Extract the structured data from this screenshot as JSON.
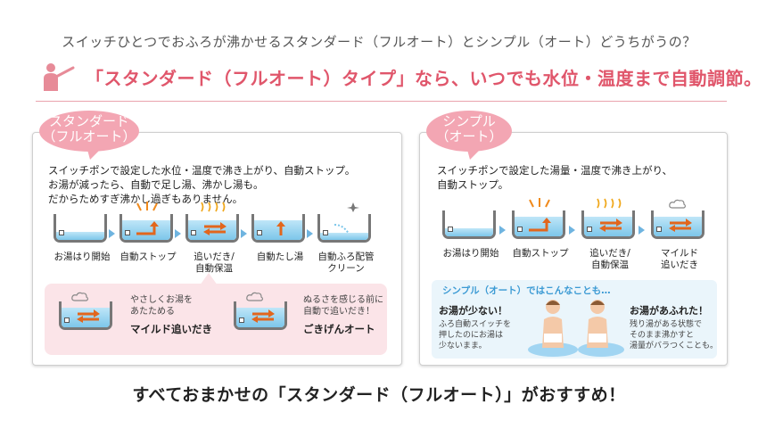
{
  "header": {
    "question": "スイッチひとつでおふろが沸かせるスタンダード（フルオート）とシンプル（オート）どうちがうの？",
    "headline": "「スタンダード（フルオート）タイプ」なら、いつでも水位・温度まで自動調節。"
  },
  "standard": {
    "bubble_line1": "スタンダード",
    "bubble_line2": "（フルオート）",
    "desc_line1": "スイッチポンで設定した水位・温度で沸き上がり、自動ストップ。",
    "desc_line2": "お湯が減ったら、自動で足し湯、沸かし湯も。",
    "desc_line3": "だからためすぎ沸かし過ぎもありません。",
    "steps": [
      {
        "line1": "お湯はり開始",
        "line2": ""
      },
      {
        "line1": "自動ストップ",
        "line2": ""
      },
      {
        "line1": "追いだき/",
        "line2": "自動保温"
      },
      {
        "line1": "自動たし湯",
        "line2": ""
      },
      {
        "line1": "自動ふろ配管",
        "line2": "クリーン"
      }
    ],
    "features": [
      {
        "desc_line1": "やさしくお湯を",
        "desc_line2": "あたためる",
        "title": "マイルド追いだき"
      },
      {
        "desc_line1": "ぬるさを感じる前に",
        "desc_line2": "自動で追いだき！",
        "title": "ごきげんオート"
      }
    ]
  },
  "simple": {
    "bubble_line1": "シンプル",
    "bubble_line2": "（オート）",
    "desc_line1": "スイッチポンで設定した湯量・温度で沸き上がり、",
    "desc_line2": "自動ストップ。",
    "steps": [
      {
        "line1": "お湯はり開始",
        "line2": ""
      },
      {
        "line1": "自動ストップ",
        "line2": ""
      },
      {
        "line1": "追いだき/",
        "line2": "自動保温"
      },
      {
        "line1": "マイルド",
        "line2": "追いだき"
      }
    ],
    "note_title": "シンプル（オート）ではこんなことも…",
    "left_label": "お湯が少ない！",
    "left_line1": "ふろ自動スイッチを",
    "left_line2": "押したのにお湯は",
    "left_line3": "少ないまま。",
    "right_label": "お湯があふれた！",
    "right_line1": "残り湯がある状態で",
    "right_line2": "そのまま沸かすと",
    "right_line3": "湯量がバラつくことも。"
  },
  "footer": {
    "text": "すべておまかせの「スタンダード（フルオート）」がおすすめ！"
  },
  "colors": {
    "accent_pink": "#e0566b",
    "bubble_pink": "#f3a6b3",
    "water_blue": "#7cc6ea",
    "note_blue": "#3b9ad4"
  }
}
